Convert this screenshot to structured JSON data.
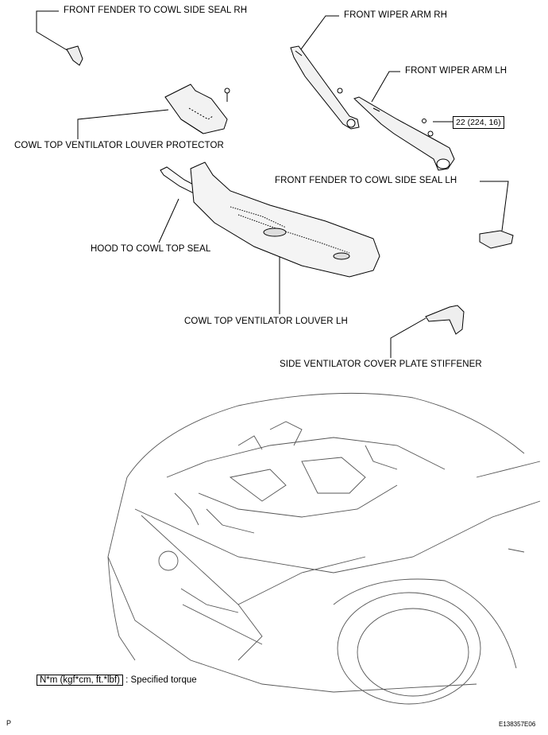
{
  "labels": {
    "fender_seal_rh": "FRONT FENDER TO COWL SIDE SEAL RH",
    "wiper_arm_rh": "FRONT WIPER ARM RH",
    "wiper_arm_lh": "FRONT WIPER ARM LH",
    "louver_protector": "COWL TOP VENTILATOR LOUVER PROTECTOR",
    "fender_seal_lh": "FRONT FENDER TO COWL SIDE SEAL LH",
    "hood_seal": "HOOD TO COWL TOP SEAL",
    "louver_lh": "COWL TOP VENTILATOR LOUVER LH",
    "stiffener": "SIDE VENTILATOR COVER PLATE STIFFENER"
  },
  "torque": "22 (224, 16)",
  "legend": {
    "box": "N*m (kgf*cm, ft.*lbf)",
    "text": ": Specified torque"
  },
  "page_letter": "P",
  "figure_code": "E138357E06"
}
